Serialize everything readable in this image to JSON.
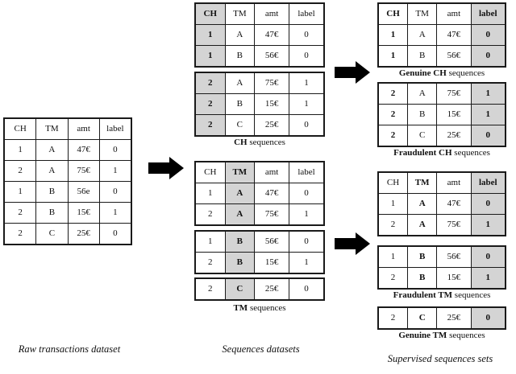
{
  "figure": {
    "columns": {
      "left_caption": "Raw transactions dataset",
      "middle_caption": "Sequences datasets",
      "right_caption": "Supervised sequences sets"
    },
    "colors": {
      "shade": "#d4d4d4",
      "border": "#1a1a1a",
      "arrow": "#000000",
      "background": "#ffffff"
    },
    "headers": {
      "ch": "CH",
      "tm": "TM",
      "amt": "amt",
      "label": "label"
    }
  },
  "raw_table": {
    "name": "Raw transactions dataset",
    "columns": [
      "CH",
      "TM",
      "amt",
      "label"
    ],
    "rows": [
      [
        "1",
        "A",
        "47€",
        "0"
      ],
      [
        "2",
        "A",
        "75€",
        "1"
      ],
      [
        "1",
        "B",
        "56e",
        "0"
      ],
      [
        "2",
        "B",
        "15€",
        "1"
      ],
      [
        "2",
        "C",
        "25€",
        "0"
      ]
    ]
  },
  "ch_sequences": {
    "caption_bold": "CH",
    "caption_rest": " sequences",
    "columns": [
      "CH",
      "TM",
      "amt",
      "label"
    ],
    "groups": [
      {
        "show_header": true,
        "rows": [
          [
            "1",
            "A",
            "47€",
            "0"
          ],
          [
            "1",
            "B",
            "56€",
            "0"
          ]
        ]
      },
      {
        "show_header": false,
        "rows": [
          [
            "2",
            "A",
            "75€",
            "1"
          ],
          [
            "2",
            "B",
            "15€",
            "1"
          ],
          [
            "2",
            "C",
            "25€",
            "0"
          ]
        ]
      }
    ]
  },
  "tm_sequences": {
    "caption_bold": "TM",
    "caption_rest": " sequences",
    "columns": [
      "CH",
      "TM",
      "amt",
      "label"
    ],
    "groups": [
      {
        "show_header": true,
        "rows": [
          [
            "1",
            "A",
            "47€",
            "0"
          ],
          [
            "2",
            "A",
            "75€",
            "1"
          ]
        ]
      },
      {
        "show_header": false,
        "rows": [
          [
            "1",
            "B",
            "56€",
            "0"
          ],
          [
            "2",
            "B",
            "15€",
            "1"
          ]
        ]
      },
      {
        "show_header": false,
        "rows": [
          [
            "2",
            "C",
            "25€",
            "0"
          ]
        ]
      }
    ]
  },
  "genuine_ch": {
    "caption_bold": "Genuine CH",
    "caption_rest": " sequences",
    "columns": [
      "CH",
      "TM",
      "amt",
      "label"
    ],
    "rows": [
      [
        "1",
        "A",
        "47€",
        "0"
      ],
      [
        "1",
        "B",
        "56€",
        "0"
      ]
    ]
  },
  "fraudulent_ch": {
    "caption_bold": "Fraudulent CH",
    "caption_rest": " sequences",
    "columns": [
      "CH",
      "TM",
      "amt",
      "label"
    ],
    "rows": [
      [
        "2",
        "A",
        "75€",
        "1"
      ],
      [
        "2",
        "B",
        "15€",
        "1"
      ],
      [
        "2",
        "C",
        "25€",
        "0"
      ]
    ]
  },
  "genuine_tm_header_block": {
    "columns": [
      "CH",
      "TM",
      "amt",
      "label"
    ],
    "rows": [
      [
        "1",
        "A",
        "47€",
        "0"
      ],
      [
        "2",
        "A",
        "75€",
        "1"
      ]
    ]
  },
  "fraudulent_tm": {
    "caption_bold": "Fraudulent TM",
    "caption_rest": " sequences",
    "rows": [
      [
        "1",
        "B",
        "56€",
        "0"
      ],
      [
        "2",
        "B",
        "15€",
        "1"
      ]
    ]
  },
  "genuine_tm": {
    "caption_bold": "Genuine TM",
    "caption_rest": " sequences",
    "rows": [
      [
        "2",
        "C",
        "25€",
        "0"
      ]
    ]
  },
  "arrows": [
    {
      "name": "arrow-raw-to-sequences"
    },
    {
      "name": "arrow-ch-to-supervised"
    },
    {
      "name": "arrow-tm-to-supervised"
    }
  ]
}
